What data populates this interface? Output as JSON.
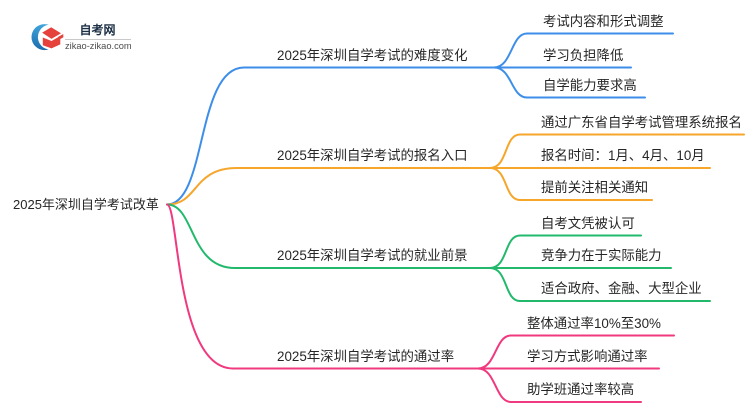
{
  "page": {
    "background": "#ffffff"
  },
  "logo": {
    "title": "自考网",
    "domain": "zikao-zikao.com",
    "cap_color": "#E5423E",
    "crescent_top": "#41A5DC",
    "crescent_bottom": "#1A6BAD",
    "title_color": "#1C2F45",
    "domain_color": "#4D4D4D"
  },
  "root": {
    "label": "2025年深圳自学考试改革"
  },
  "text_color": "#262626",
  "branches": [
    {
      "label": "2025年深圳自学考试的难度变化",
      "color": "#3D8EE9",
      "children": [
        {
          "label": "考试内容和形式调整"
        },
        {
          "label": "学习负担降低"
        },
        {
          "label": "自学能力要求高"
        }
      ]
    },
    {
      "label": "2025年深圳自学考试的报名入口",
      "color": "#F5A62B",
      "children": [
        {
          "label": "通过广东省自学考试管理系统报名"
        },
        {
          "label": "报名时间：1月、4月、10月"
        },
        {
          "label": "提前关注相关通知"
        }
      ]
    },
    {
      "label": "2025年深圳自学考试的就业前景",
      "color": "#22B96D",
      "children": [
        {
          "label": "自考文凭被认可"
        },
        {
          "label": "竞争力在于实际能力"
        },
        {
          "label": "适合政府、金融、大型企业"
        }
      ]
    },
    {
      "label": "2025年深圳自学考试的通过率",
      "color": "#F0397E",
      "children": [
        {
          "label": "整体通过率10%至30%"
        },
        {
          "label": "学习方式影响通过率"
        },
        {
          "label": "助学班通过率较高"
        }
      ]
    }
  ]
}
